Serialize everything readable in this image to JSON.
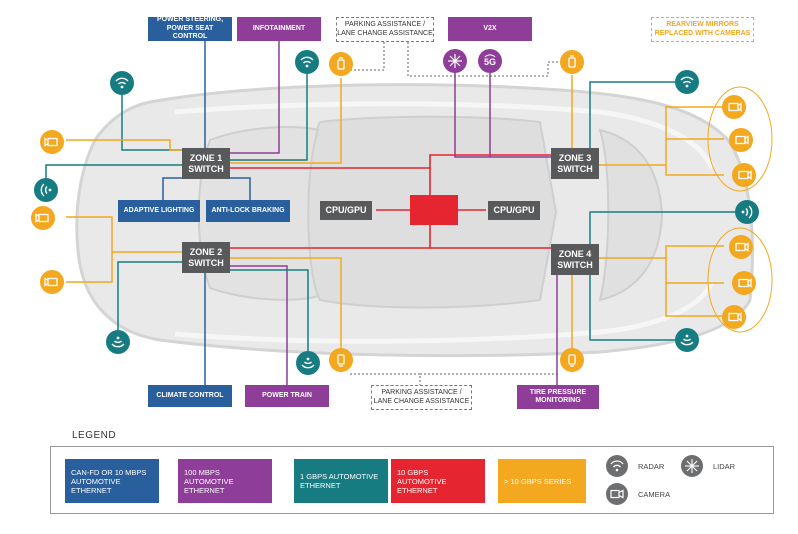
{
  "colors": {
    "can_fd": "#2a5f9e",
    "mbps100": "#8e3d98",
    "gbps1": "#167c82",
    "gbps10": "#e5252f",
    "gbps_series": "#f3a81f",
    "switch": "#58595b"
  },
  "labels": {
    "power_steering": "POWER STEERING, POWER SEAT CONTROL",
    "infotainment": "INFOTAINMENT",
    "parking_top": "PARKING ASSISTANCE / LANE CHANGE ASSISTANCE",
    "v2x": "V2X",
    "rearview": "REARVIEW MIRRORS REPLACED WITH CAMERAS",
    "adaptive_lighting": "ADAPTIVE LIGHTING",
    "anti_lock": "ANTI-LOCK BRAKING",
    "climate": "CLIMATE CONTROL",
    "power_train": "POWER TRAIN",
    "parking_bottom": "PARKING ASSISTANCE / LANE CHANGE ASSISTANCE",
    "tire_pressure": "TIRE PRESSURE MONITORING",
    "fiveg": "5G"
  },
  "switches": {
    "zone1": "ZONE 1 SWITCH",
    "zone2": "ZONE 2 SWITCH",
    "zone3": "ZONE 3 SWITCH",
    "zone4": "ZONE 4 SWITCH",
    "cpu_left": "CPU/GPU",
    "cpu_right": "CPU/GPU"
  },
  "legend": {
    "title": "LEGEND",
    "items": [
      {
        "label": "CAN-FD OR 10 MBPS AUTOMOTIVE ETHERNET",
        "color": "#2a5f9e"
      },
      {
        "label": "100 MBPS AUTOMOTIVE ETHERNET",
        "color": "#8e3d98"
      },
      {
        "label": "1 GBPS AUTOMOTIVE ETHERNET",
        "color": "#167c82"
      },
      {
        "label": "10 GBPS AUTOMOTIVE ETHERNET",
        "color": "#e5252f"
      },
      {
        "label": "> 10 GBPS SERIES",
        "color": "#f3a81f"
      }
    ],
    "radar": "RADAR",
    "lidar": "LIDAR",
    "camera": "CAMERA"
  }
}
